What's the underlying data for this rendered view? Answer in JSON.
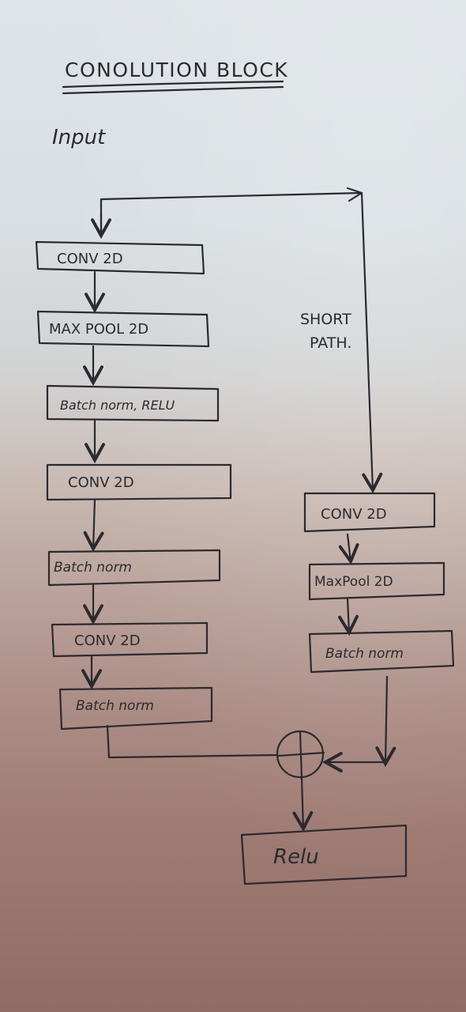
{
  "diagram": {
    "title": "CONOLUTION BLOCK",
    "input_label": "Input",
    "short_path_label": [
      "SHORT",
      "PATH."
    ],
    "main_path": [
      "CONV 2D",
      "MAX POOL 2D",
      "Batch norm, RELU",
      "CONV 2D",
      "Batch norm",
      "CONV 2D",
      "Batch norm"
    ],
    "short_path": [
      "CONV 2D",
      "MaxPool 2D",
      "Batch norm"
    ],
    "merge_symbol": "+",
    "output": "Relu"
  },
  "colors": {
    "ink": "#2b2a2e",
    "paper_top": "#dfe4e8",
    "paper_bottom": "#8f6c66"
  }
}
